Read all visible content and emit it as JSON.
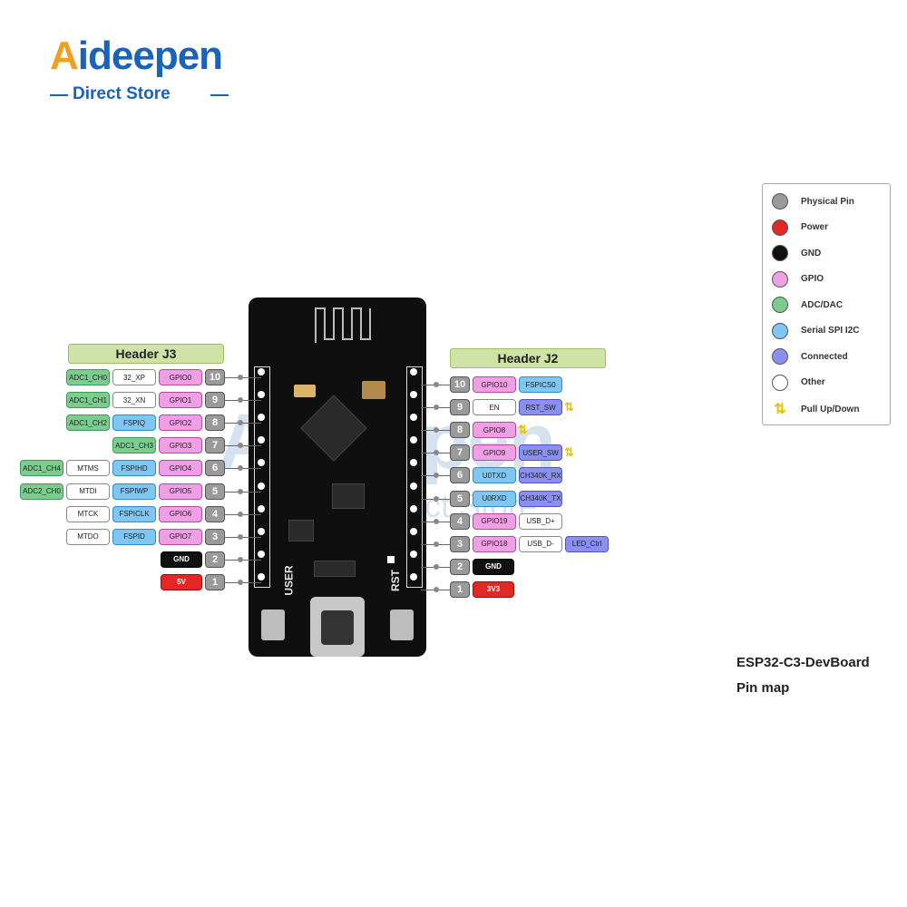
{
  "logo": {
    "brand_first": "A",
    "brand_rest": "ideepen",
    "tagline": "Direct Store"
  },
  "headers": {
    "left": "Header J3",
    "right": "Header J2"
  },
  "board_labels": {
    "user": "USER",
    "rst": "RST"
  },
  "left_pins": [
    {
      "pin": "10",
      "boxes": [
        {
          "text": "ADC1_CH0",
          "type": "adc"
        },
        {
          "text": "32_XP",
          "type": "oth"
        },
        {
          "text": "GPIO0",
          "type": "gpio"
        }
      ]
    },
    {
      "pin": "9",
      "boxes": [
        {
          "text": "ADC1_CH1",
          "type": "adc"
        },
        {
          "text": "32_XN",
          "type": "oth"
        },
        {
          "text": "GPIO1",
          "type": "gpio"
        }
      ]
    },
    {
      "pin": "8",
      "boxes": [
        {
          "text": "ADC1_CH2",
          "type": "adc"
        },
        {
          "text": "FSPIQ",
          "type": "ser"
        },
        {
          "text": "GPIO2",
          "type": "gpio"
        }
      ]
    },
    {
      "pin": "7",
      "boxes": [
        {
          "text": "ADC1_CH3",
          "type": "adc"
        },
        {
          "text": "GPIO3",
          "type": "gpio"
        }
      ]
    },
    {
      "pin": "6",
      "boxes": [
        {
          "text": "ADC1_CH4",
          "type": "adc"
        },
        {
          "text": "MTMS",
          "type": "oth"
        },
        {
          "text": "FSPIHD",
          "type": "ser"
        },
        {
          "text": "GPIO4",
          "type": "gpio"
        }
      ]
    },
    {
      "pin": "5",
      "boxes": [
        {
          "text": "ADC2_CH0",
          "type": "adc"
        },
        {
          "text": "MTDI",
          "type": "oth"
        },
        {
          "text": "FSPIWP",
          "type": "ser"
        },
        {
          "text": "GPIO5",
          "type": "gpio"
        }
      ]
    },
    {
      "pin": "4",
      "boxes": [
        {
          "text": "MTCK",
          "type": "oth"
        },
        {
          "text": "FSPICLK",
          "type": "ser"
        },
        {
          "text": "GPIO6",
          "type": "gpio"
        }
      ]
    },
    {
      "pin": "3",
      "boxes": [
        {
          "text": "MTDO",
          "type": "oth"
        },
        {
          "text": "FSPID",
          "type": "ser"
        },
        {
          "text": "GPIO7",
          "type": "gpio"
        }
      ]
    },
    {
      "pin": "2",
      "boxes": [
        {
          "text": "GND",
          "type": "gnd"
        }
      ]
    },
    {
      "pin": "1",
      "boxes": [
        {
          "text": "5V",
          "type": "pwr"
        }
      ]
    }
  ],
  "right_pins": [
    {
      "pin": "10",
      "boxes": [
        {
          "text": "GPIO10",
          "type": "gpio"
        },
        {
          "text": "FSPICS0",
          "type": "ser"
        }
      ]
    },
    {
      "pin": "9",
      "boxes": [
        {
          "text": "EN",
          "type": "oth"
        },
        {
          "text": "RST_SW",
          "type": "con"
        }
      ],
      "pull": true
    },
    {
      "pin": "8",
      "boxes": [
        {
          "text": "GPIO8",
          "type": "gpio"
        }
      ],
      "pull": true
    },
    {
      "pin": "7",
      "boxes": [
        {
          "text": "GPIO9",
          "type": "gpio"
        },
        {
          "text": "USER_SW",
          "type": "con"
        }
      ],
      "pull": true
    },
    {
      "pin": "6",
      "boxes": [
        {
          "text": "U0TXD",
          "type": "ser"
        },
        {
          "text": "CH340K_RX",
          "type": "con"
        }
      ]
    },
    {
      "pin": "5",
      "boxes": [
        {
          "text": "U0RXD",
          "type": "ser"
        },
        {
          "text": "CH340K_TX",
          "type": "con"
        }
      ]
    },
    {
      "pin": "4",
      "boxes": [
        {
          "text": "GPIO19",
          "type": "gpio"
        },
        {
          "text": "USB_D+",
          "type": "oth"
        }
      ]
    },
    {
      "pin": "3",
      "boxes": [
        {
          "text": "GPIO18",
          "type": "gpio"
        },
        {
          "text": "USB_D-",
          "type": "oth"
        },
        {
          "text": "LED_Ctrl",
          "type": "con"
        }
      ]
    },
    {
      "pin": "2",
      "boxes": [
        {
          "text": "GND",
          "type": "gnd"
        }
      ]
    },
    {
      "pin": "1",
      "boxes": [
        {
          "text": "3V3",
          "type": "pwr"
        }
      ]
    }
  ],
  "legend": [
    {
      "label": "Physical Pin",
      "color": "#9a9a9a"
    },
    {
      "label": "Power",
      "color": "#e32626"
    },
    {
      "label": "GND",
      "color": "#111111"
    },
    {
      "label": "GPIO",
      "color": "#ef9fe3"
    },
    {
      "label": "ADC/DAC",
      "color": "#7dcc8f"
    },
    {
      "label": "Serial SPI I2C",
      "color": "#7fc6f2"
    },
    {
      "label": "Connected",
      "color": "#8b8ff0"
    },
    {
      "label": "Other",
      "color": "#ffffff"
    },
    {
      "label": "Pull Up/Down",
      "icon": "pull-up-down-arrows-icon"
    }
  ],
  "caption": {
    "line1": "ESP32-C3-DevBoard",
    "line2": "Pin map"
  }
}
